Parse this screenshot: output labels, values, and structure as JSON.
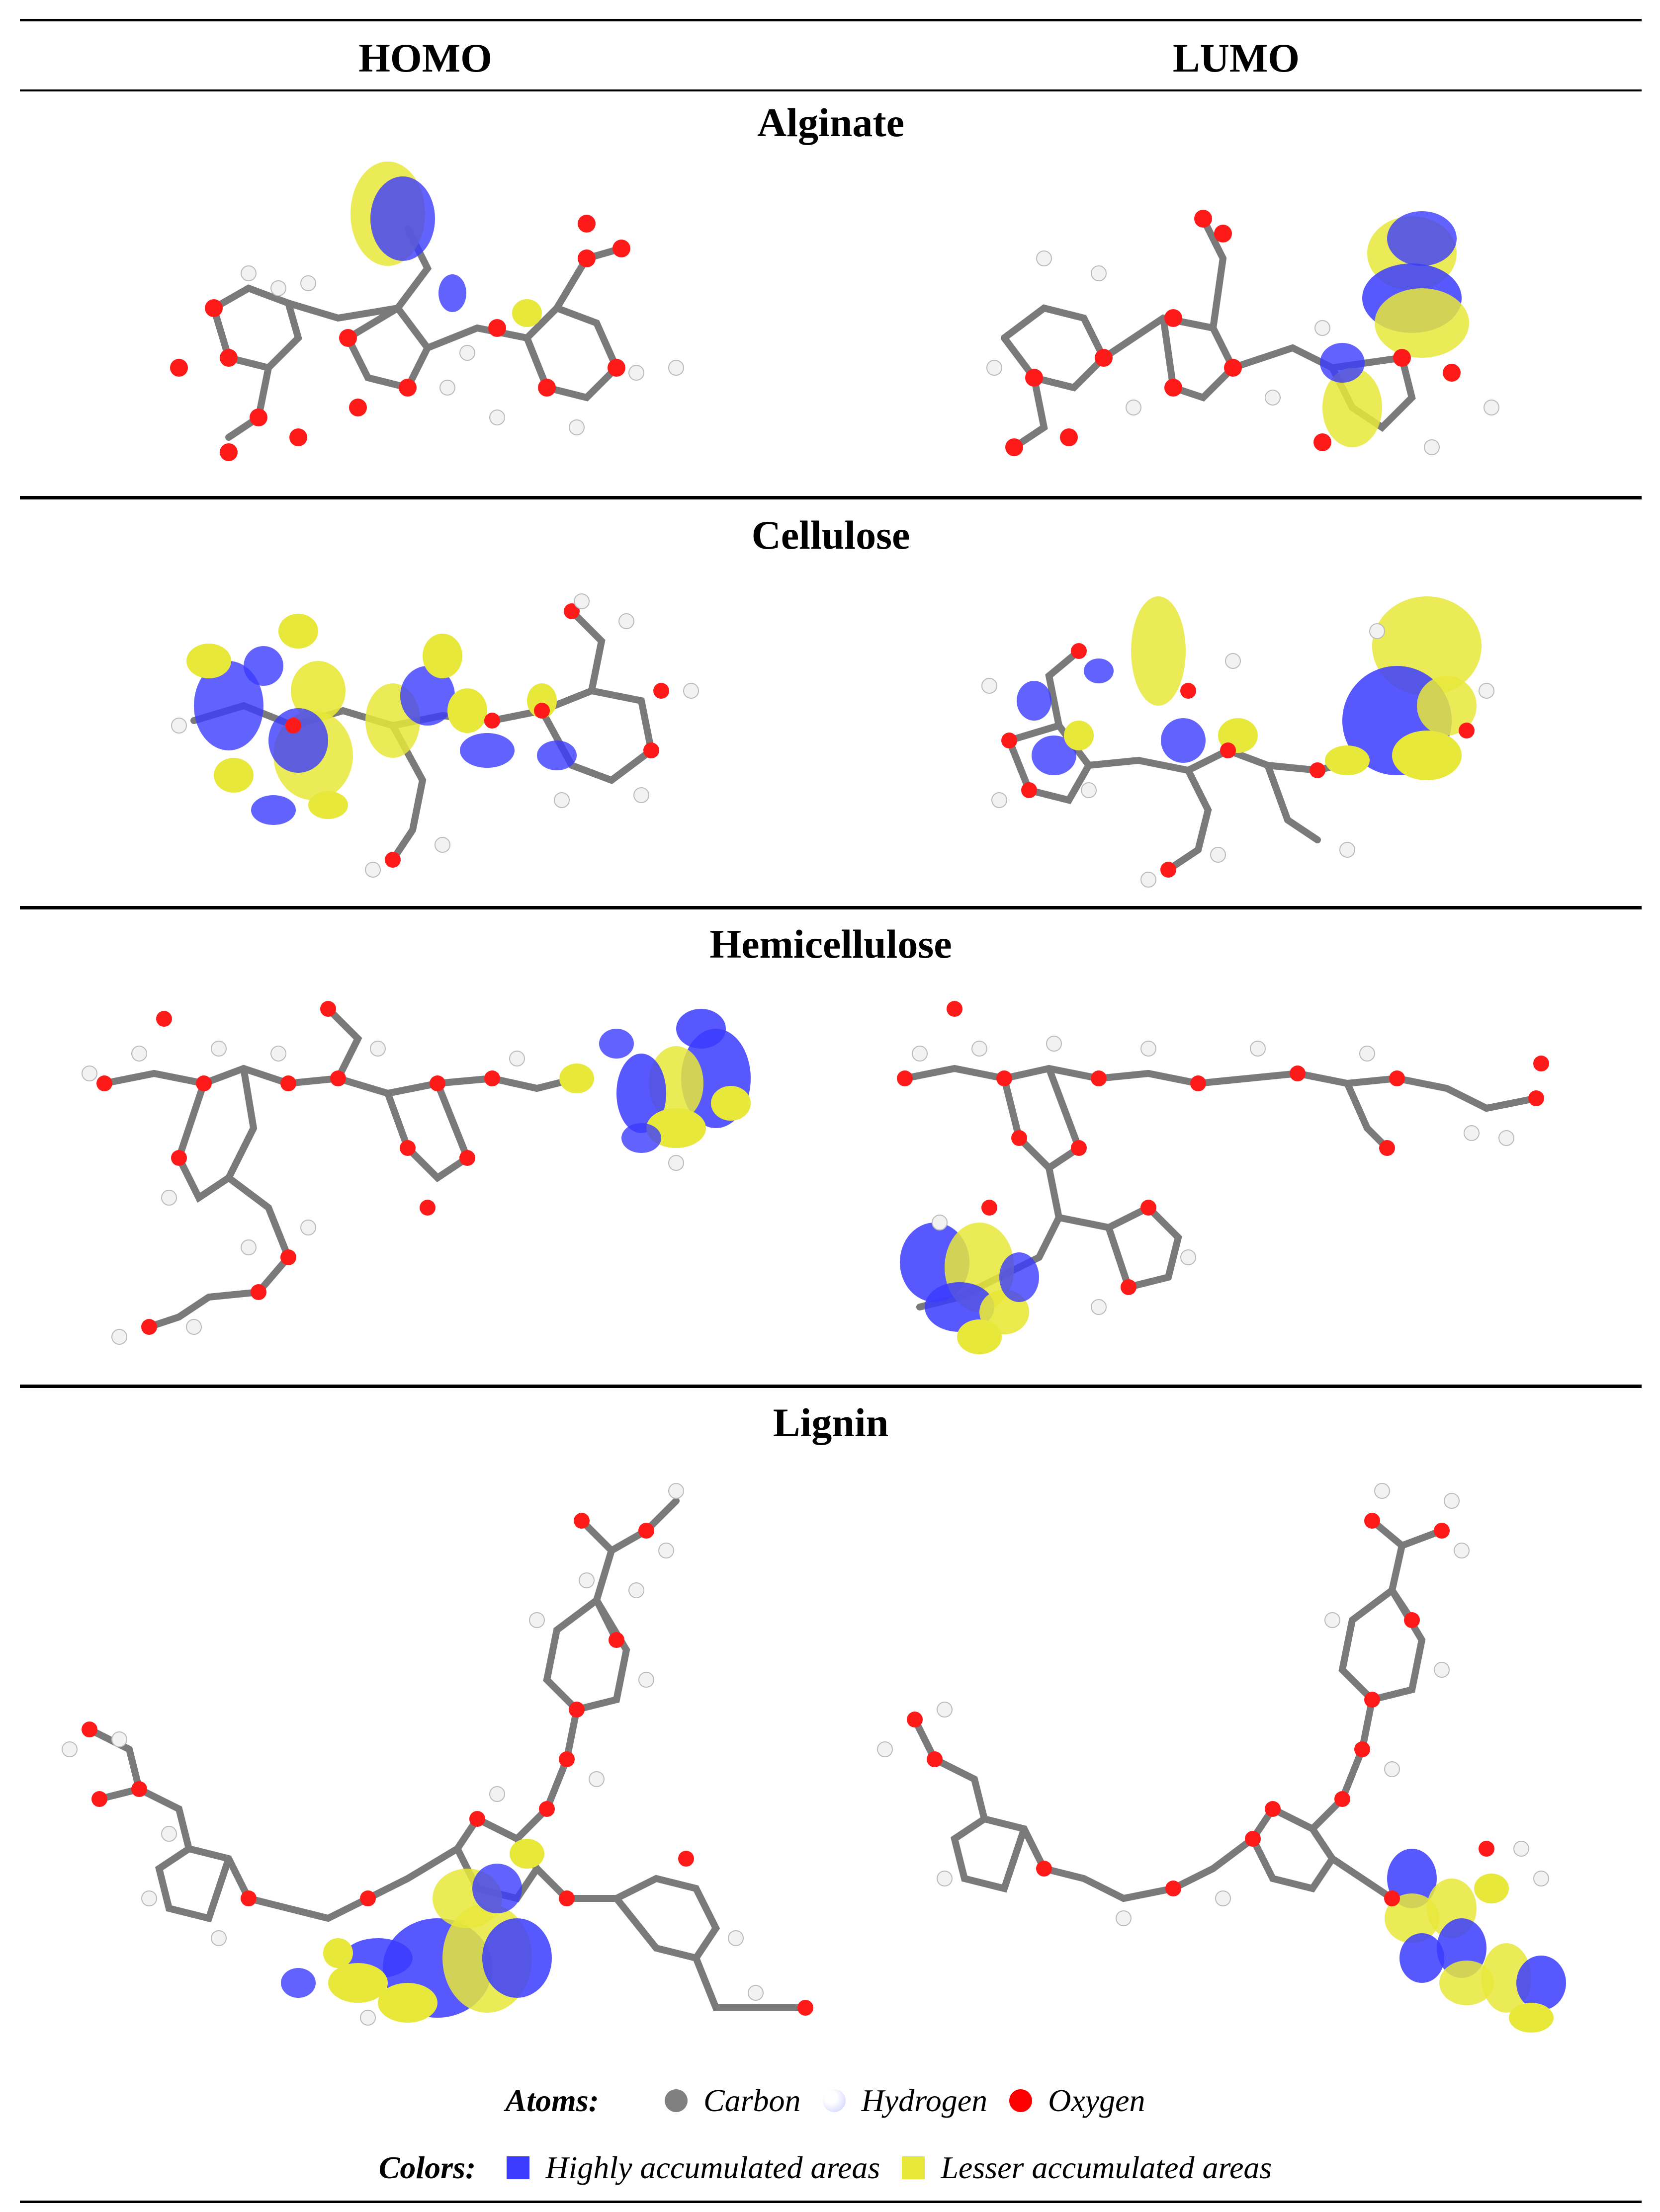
{
  "columns": {
    "left": "HOMO",
    "right": "LUMO"
  },
  "sections": [
    {
      "title": "Alginate"
    },
    {
      "title": "Cellulose"
    },
    {
      "title": "Hemicellulose"
    },
    {
      "title": "Lignin"
    }
  ],
  "legend": {
    "atoms_label": "Atoms:",
    "atoms": [
      {
        "name": "Carbon",
        "color": "#808080"
      },
      {
        "name": "Hydrogen",
        "color": "#f4f4ff"
      },
      {
        "name": "Oxygen",
        "color": "#ff0000"
      }
    ],
    "colors_label": "Colors:",
    "colors": [
      {
        "name": "Highly accumulated areas",
        "color": "#3b3bff"
      },
      {
        "name": "Lesser accumulated areas",
        "color": "#e8e83a"
      }
    ]
  }
}
